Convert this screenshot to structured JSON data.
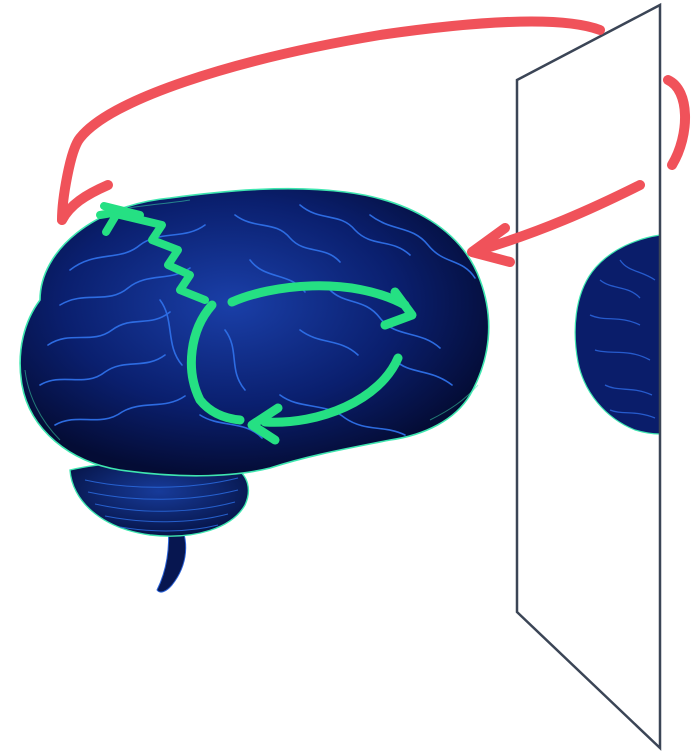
{
  "diagram": {
    "description_visible_text": "",
    "colors": {
      "background": "#ffffff",
      "brain_fill": "#081a63",
      "brain_dark": "#050f3e",
      "brain_highlight": "#1f5fd6",
      "brain_glow": "#3fe6b0",
      "mirror_stroke": "#3b4556",
      "mirror_fill": "#ffffff",
      "reflected_brain": "#0a1d6a",
      "feedback_arrow": "#f0525a",
      "internal_arrow": "#25e083"
    },
    "elements": {
      "brain": "brain",
      "reflected_brain": "reflected-brain",
      "mirror": "mirror",
      "feedback_loop": "red-feedback-loop",
      "internal_loop": "green-internal-loop",
      "zigzag_output": "green-zigzag-arrow"
    }
  }
}
